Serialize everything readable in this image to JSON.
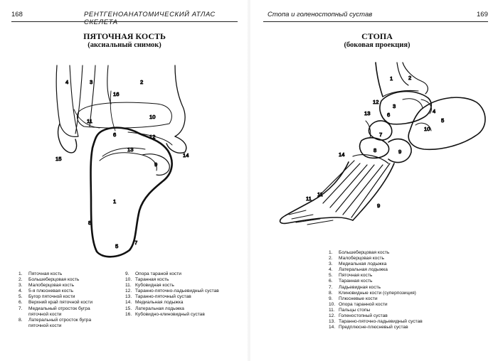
{
  "left_page": {
    "page_number": "168",
    "running_head": "РЕНТГЕНОАНАТОМИЧЕСКИЙ АТЛАС СКЕЛЕТА",
    "title": "ПЯТОЧНАЯ КОСТЬ",
    "subtitle": "(аксиальный снимок)",
    "figure_labels": [
      "1",
      "2",
      "3",
      "4",
      "5",
      "6",
      "7",
      "8",
      "9",
      "10",
      "11",
      "12",
      "13",
      "14",
      "15",
      "16"
    ],
    "legend_col1": [
      {
        "num": "1.",
        "text": "Пяточная кость"
      },
      {
        "num": "2.",
        "text": "Большеберцовая кость"
      },
      {
        "num": "3.",
        "text": "Малоберцовая кость"
      },
      {
        "num": "4.",
        "text": "5-я плюсневая кость"
      },
      {
        "num": "5.",
        "text": "Бугор пяточной кости"
      },
      {
        "num": "6.",
        "text": "Верхний край пяточной кости"
      },
      {
        "num": "7.",
        "text": "Медиальный отросток бугра\nпяточной кости"
      },
      {
        "num": "8.",
        "text": "Латеральный отросток бугра\nпяточной кости"
      }
    ],
    "legend_col2": [
      {
        "num": "9.",
        "text": "Опора тараной кости"
      },
      {
        "num": "10.",
        "text": "Таранная кость"
      },
      {
        "num": "11.",
        "text": "Кубовидная кость"
      },
      {
        "num": "12.",
        "text": "Таранно-пяточно-ладьевидный сустав"
      },
      {
        "num": "13.",
        "text": "Таранно-пяточный сустав"
      },
      {
        "num": "14.",
        "text": "Медиальная лодыжка"
      },
      {
        "num": "15.",
        "text": "Латеральная лодыжка"
      },
      {
        "num": "16.",
        "text": "Кубовидно-клиновидный сустав"
      }
    ]
  },
  "right_page": {
    "page_number": "169",
    "running_head": "Стопа и голеностопный сустав",
    "title": "СТОПА",
    "subtitle": "(боковая проекция)",
    "figure_labels": [
      "1",
      "2",
      "3",
      "4",
      "5",
      "6",
      "7",
      "8",
      "9",
      "10",
      "11",
      "12",
      "13",
      "14",
      "9",
      "11"
    ],
    "legend": [
      {
        "num": "1.",
        "text": "Большеберцовая кость"
      },
      {
        "num": "2.",
        "text": "Малоберцовая кость"
      },
      {
        "num": "3.",
        "text": "Медиальная лодыжка"
      },
      {
        "num": "4.",
        "text": "Латеральная лодыжка"
      },
      {
        "num": "5.",
        "text": "Пяточная кость"
      },
      {
        "num": "6.",
        "text": "Таранная кость"
      },
      {
        "num": "7.",
        "text": "Ладьевидная кость"
      },
      {
        "num": "8.",
        "text": "Клиновидные кости (суперпозиция)"
      },
      {
        "num": "9.",
        "text": "Плюсневые кости"
      },
      {
        "num": "10.",
        "text": "Опора таранной кости"
      },
      {
        "num": "11.",
        "text": "Пальцы стопы"
      },
      {
        "num": "12.",
        "text": "Голеностопный сустав"
      },
      {
        "num": "13.",
        "text": "Таранно-пяточно-ладьевидный сустав"
      },
      {
        "num": "14.",
        "text": "Предплюсне-плюсневый сустав"
      }
    ]
  }
}
